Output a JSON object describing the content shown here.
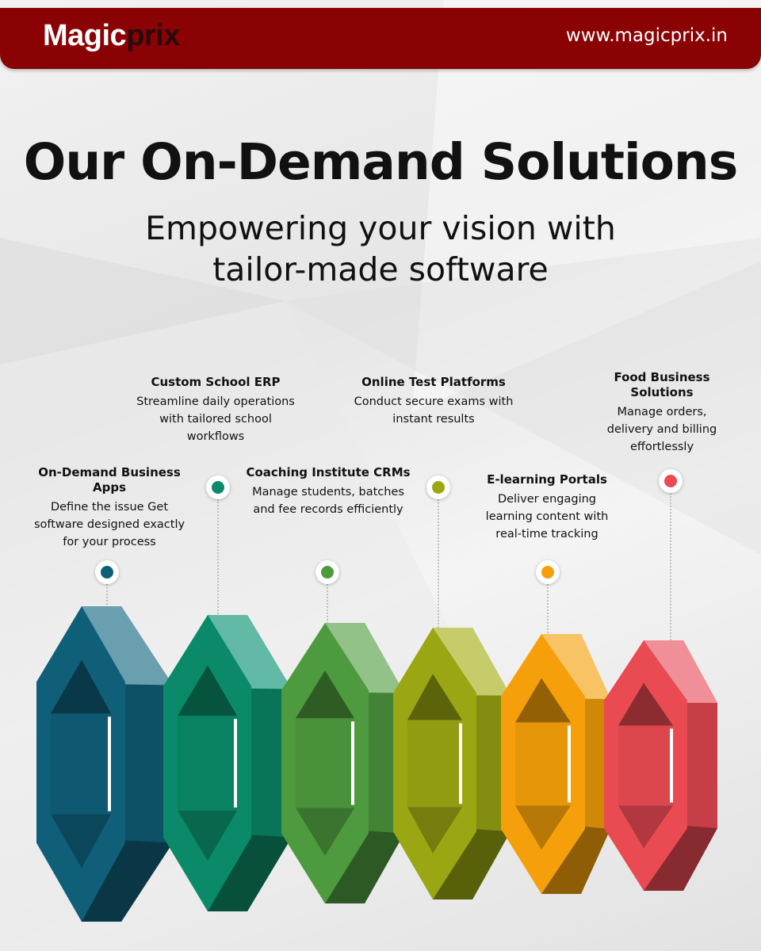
{
  "header": {
    "logo_part1": "Magic",
    "logo_part2": "prix",
    "url": "www.magicprix.in",
    "bar_color": "#8a0204"
  },
  "title": "Our On-Demand Solutions",
  "subtitle": "Empowering your vision with tailor-made software",
  "items": [
    {
      "title": "On-Demand Business Apps",
      "desc": "Define the issue Get software designed exactly for your process",
      "color": "#0f5f78",
      "light": "#6a9fb0"
    },
    {
      "title": "Custom School ERP",
      "desc": "Streamline daily operations with tailored school workflows",
      "color": "#0a8a68",
      "light": "#62b9a6"
    },
    {
      "title": "Coaching Institute CRMs",
      "desc": "Manage students, batches and fee records efficiently",
      "color": "#4e9a3e",
      "light": "#92c287"
    },
    {
      "title": "Online Test Platforms",
      "desc": "Conduct secure exams with instant results",
      "color": "#9aa612",
      "light": "#c6cc6a"
    },
    {
      "title": "E-learning Portals",
      "desc": "Deliver engaging learning content with real-time tracking",
      "color": "#f5a00a",
      "light": "#f7c364"
    },
    {
      "title": "Food Business Solutions",
      "desc": "Manage orders, delivery and billing effortlessly",
      "color": "#ea4a52",
      "light": "#f08f97"
    }
  ]
}
